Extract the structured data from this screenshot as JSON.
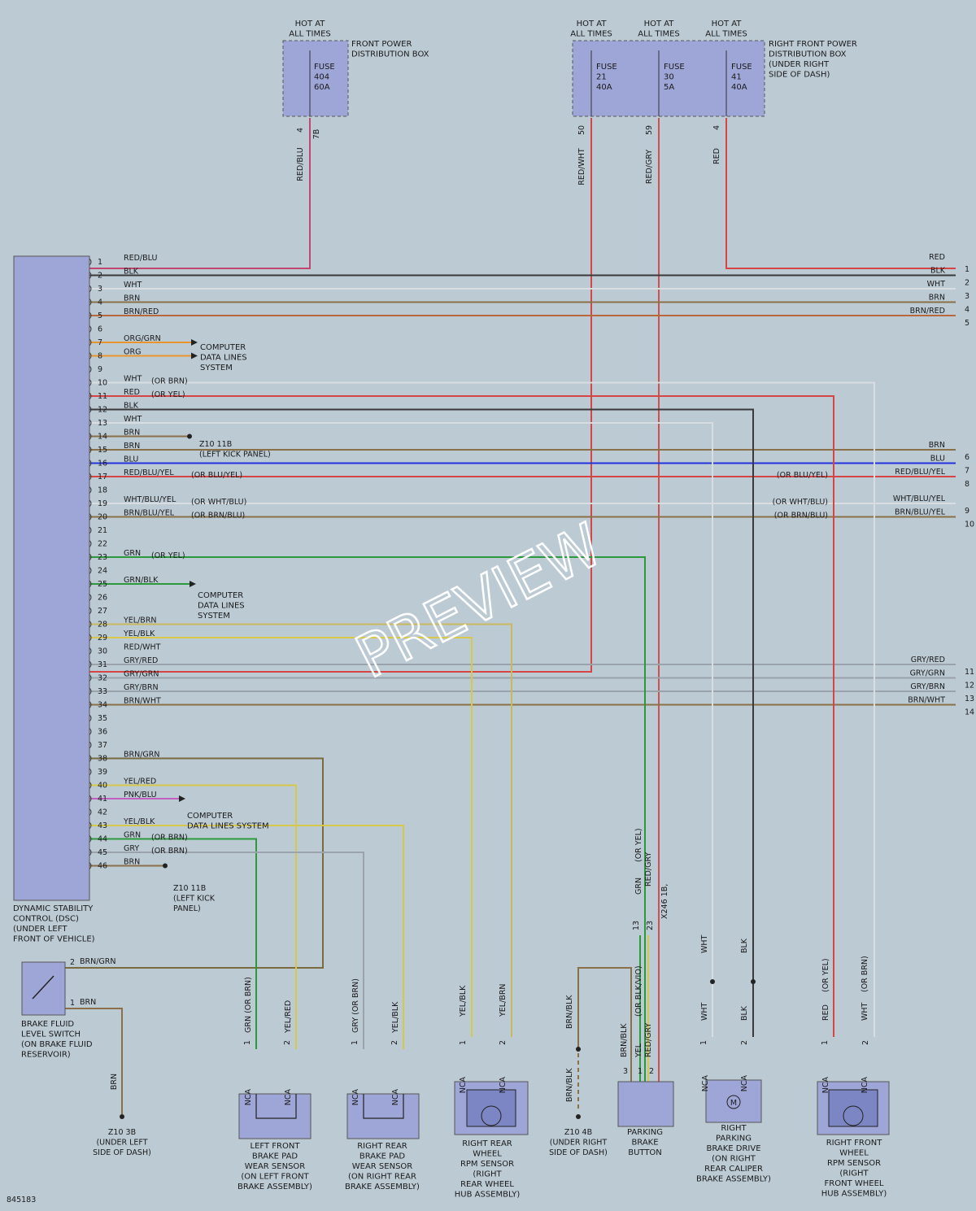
{
  "colors": {
    "RED": "#d64545",
    "BLK": "#3a3a3a",
    "WHT": "#d8dde2",
    "BRN": "#8a7048",
    "BLU": "#2233dd",
    "GRN": "#2c9a3c",
    "YEL": "#d6c84a",
    "GRY": "#9aa3ab",
    "ORG": "#e8962c",
    "PNK": "#c060c0",
    "REDBLU": "#c04870",
    "BRNRED": "#b8683a",
    "YELBRN": "#c8b860",
    "BRNGRN": "#7a6a40",
    "REDGRY": "#d05050"
  },
  "fuse_boxes": [
    {
      "id": "fpdb",
      "hot": "HOT AT\nALL TIMES",
      "name": "FRONT POWER\nDISTRIBUTION BOX",
      "fuses": [
        {
          "label": "FUSE\n404\n60A",
          "pin_a": "4",
          "pin_b": "7B",
          "wire": "RED/BLU"
        }
      ]
    },
    {
      "id": "rfpdb",
      "hot": "HOT AT\nALL TIMES",
      "name": "RIGHT FRONT POWER\nDISTRIBUTION BOX\n(UNDER RIGHT\nSIDE OF DASH)",
      "fuses": [
        {
          "label": "FUSE\n21\n40A",
          "pin": "50",
          "wire": "RED/WHT"
        },
        {
          "label": "FUSE\n30\n5A",
          "pin": "59",
          "wire": "RED/GRY"
        },
        {
          "label": "FUSE\n41\n40A",
          "pin": "4",
          "wire": "RED"
        }
      ]
    }
  ],
  "module": {
    "name": "DYNAMIC STABILITY\nCONTROL (DSC)\n(UNDER LEFT\nFRONT OF VEHICLE)"
  },
  "pins": [
    {
      "n": "1",
      "w": "RED/BLU"
    },
    {
      "n": "2",
      "w": "BLK"
    },
    {
      "n": "3",
      "w": "WHT"
    },
    {
      "n": "4",
      "w": "BRN"
    },
    {
      "n": "5",
      "w": "BRN/RED"
    },
    {
      "n": "6",
      "w": ""
    },
    {
      "n": "7",
      "w": "ORG/GRN"
    },
    {
      "n": "8",
      "w": "ORG"
    },
    {
      "n": "9",
      "w": ""
    },
    {
      "n": "10",
      "w": "WHT",
      "alt": "(OR BRN)"
    },
    {
      "n": "11",
      "w": "RED",
      "alt": "(OR YEL)"
    },
    {
      "n": "12",
      "w": "BLK"
    },
    {
      "n": "13",
      "w": "WHT"
    },
    {
      "n": "14",
      "w": "BRN"
    },
    {
      "n": "15",
      "w": "BRN"
    },
    {
      "n": "16",
      "w": "BLU"
    },
    {
      "n": "17",
      "w": "RED/BLU/YEL",
      "alt": "(OR BLU/YEL)"
    },
    {
      "n": "18",
      "w": ""
    },
    {
      "n": "19",
      "w": "WHT/BLU/YEL",
      "alt": "(OR WHT/BLU)"
    },
    {
      "n": "20",
      "w": "BRN/BLU/YEL",
      "alt": "(OR BRN/BLU)"
    },
    {
      "n": "21",
      "w": ""
    },
    {
      "n": "22",
      "w": ""
    },
    {
      "n": "23",
      "w": "GRN",
      "alt": "(OR YEL)"
    },
    {
      "n": "24",
      "w": ""
    },
    {
      "n": "25",
      "w": "GRN/BLK"
    },
    {
      "n": "26",
      "w": ""
    },
    {
      "n": "27",
      "w": ""
    },
    {
      "n": "28",
      "w": "YEL/BRN"
    },
    {
      "n": "29",
      "w": "YEL/BLK"
    },
    {
      "n": "30",
      "w": "RED/WHT"
    },
    {
      "n": "31",
      "w": "GRY/RED"
    },
    {
      "n": "32",
      "w": "GRY/GRN"
    },
    {
      "n": "33",
      "w": "GRY/BRN"
    },
    {
      "n": "34",
      "w": "BRN/WHT"
    },
    {
      "n": "35",
      "w": ""
    },
    {
      "n": "36",
      "w": ""
    },
    {
      "n": "37",
      "w": ""
    },
    {
      "n": "38",
      "w": "BRN/GRN"
    },
    {
      "n": "39",
      "w": ""
    },
    {
      "n": "40",
      "w": "YEL/RED"
    },
    {
      "n": "41",
      "w": "PNK/BLU"
    },
    {
      "n": "42",
      "w": ""
    },
    {
      "n": "43",
      "w": "YEL/BLK"
    },
    {
      "n": "44",
      "w": "GRN",
      "alt": "(OR BRN)"
    },
    {
      "n": "45",
      "w": "GRY",
      "alt": "(OR BRN)"
    },
    {
      "n": "46",
      "w": "BRN"
    }
  ],
  "right_wires": [
    {
      "n": "1",
      "w": "RED"
    },
    {
      "n": "2",
      "w": "BLK"
    },
    {
      "n": "3",
      "w": "WHT"
    },
    {
      "n": "4",
      "w": "BRN"
    },
    {
      "n": "5",
      "w": "BRN/RED"
    },
    {
      "n": "6",
      "w": "BRN"
    },
    {
      "n": "7",
      "w": "BLU"
    },
    {
      "n": "8",
      "w": "RED/BLU/YEL",
      "alt": "(OR BLU/YEL)"
    },
    {
      "n": "9",
      "w": "WHT/BLU/YEL",
      "alt": "(OR WHT/BLU)"
    },
    {
      "n": "10",
      "w": "BRN/BLU/YEL",
      "alt": "(OR BRN/BLU)"
    },
    {
      "n": "11",
      "w": "GRY/RED"
    },
    {
      "n": "12",
      "w": "GRY/GRN"
    },
    {
      "n": "13",
      "w": "GRY/BRN"
    },
    {
      "n": "14",
      "w": "BRN/WHT"
    }
  ],
  "refs": {
    "computer_data_lines": "COMPUTER\nDATA LINES\nSYSTEM",
    "computer_data_lines_2": "COMPUTER\nDATA LINES SYSTEM",
    "ground_lkp": "Z10 11B\n(LEFT KICK PANEL)",
    "ground_lkp2": "Z10 11B\n(LEFT KICK\nPANEL)",
    "ground_3b": "Z10 3B\n(UNDER LEFT\nSIDE OF DASH)",
    "ground_4b": "Z10 4B\n(UNDER RIGHT\nSIDE OF DASH)",
    "connector_x246": "X246 1B,"
  },
  "components": {
    "brake_fluid": "BRAKE FLUID\nLEVEL SWITCH\n(ON BRAKE FLUID\nRESERVOIR)",
    "lf_pad": "LEFT FRONT\nBRAKE PAD\nWEAR SENSOR\n(ON LEFT FRONT\nBRAKE ASSEMBLY)",
    "rr_pad": "RIGHT REAR\nBRAKE PAD\nWEAR SENSOR\n(ON RIGHT REAR\nBRAKE ASSEMBLY)",
    "rr_rpm": "RIGHT REAR\nWHEEL\nRPM SENSOR\n(RIGHT\nREAR WHEEL\nHUB ASSEMBLY)",
    "park_btn": "PARKING\nBRAKE\nBUTTON",
    "park_drive": "RIGHT\nPARKING\nBRAKE DRIVE\n(ON RIGHT\nREAR CALIPER\nBRAKE ASSEMBLY)",
    "rf_rpm": "RIGHT FRONT\nWHEEL\nRPM SENSOR\n(RIGHT\nFRONT WHEEL\nHUB ASSEMBLY)"
  },
  "misc": {
    "nca": "NCA",
    "motor": "M",
    "doc_no": "845183",
    "watermark": "PREVIEW"
  },
  "labels": {
    "grn_or_yel": "(OR YEL)",
    "red_gry": "RED/GRY",
    "yel_or_blkvio": "(OR BLK/VIO)",
    "or_yel": "(OR YEL)",
    "or_brn": "(OR BRN)",
    "brn_blk": "BRN/BLK",
    "yel": "YEL",
    "grn": "GRN",
    "wht": "WHT",
    "blk": "BLK",
    "red": "RED",
    "grn_or_brn": "GRN  (OR BRN)",
    "yel_red": "YEL/RED",
    "gry_or_brn": "GRY  (OR BRN)",
    "yel_blk": "YEL/BLK",
    "yel_brn": "YEL/BRN",
    "pin13": "13",
    "pin23": "23",
    "pin1": "1",
    "pin2": "2",
    "pin3": "3"
  }
}
